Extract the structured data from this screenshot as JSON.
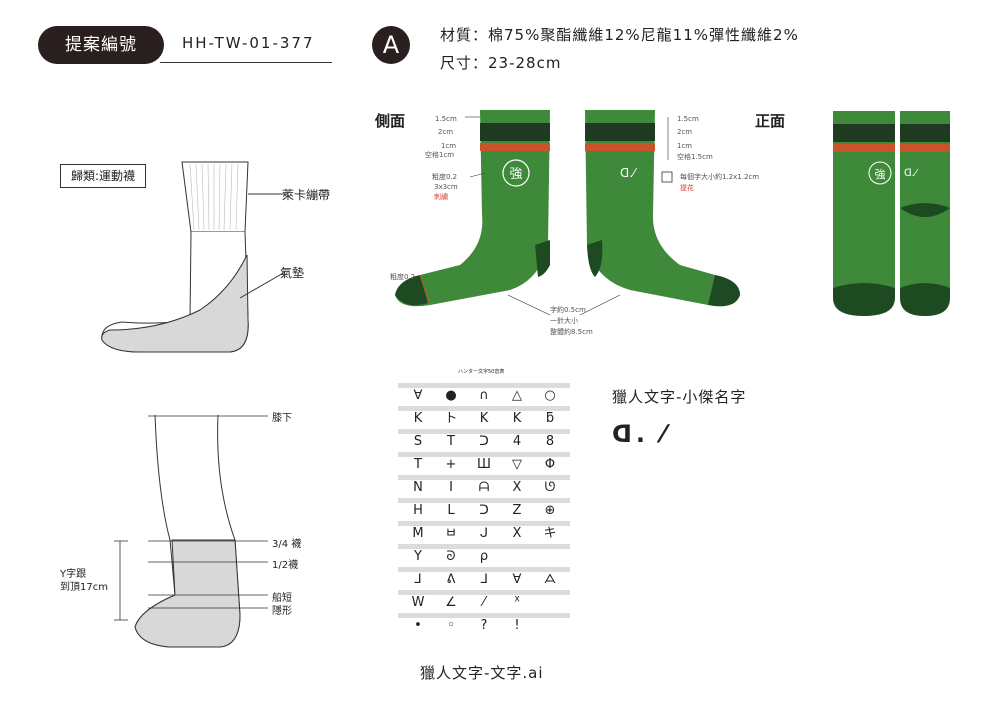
{
  "header": {
    "proposal_label": "提案編號",
    "proposal_code": "HH-TW-01-377",
    "variant_letter": "A",
    "material": "材質：棉75%聚酯纖維12%尼龍11%彈性纖維2%",
    "size": "尺寸：23-28cm"
  },
  "left_panel": {
    "category": "歸類:運動襪",
    "band_label": "萊卡繃帶",
    "cushion_label": "氣墊",
    "length_labels": {
      "knee": "膝下",
      "three_quarter": "3/4 襪",
      "half": "1/2襪",
      "boat": "船短",
      "invisible": "隱形"
    },
    "height_note_line1": "Y字跟",
    "height_note_line2": "到頂17cm"
  },
  "views": {
    "side": "側面",
    "front": "正面"
  },
  "side_notes": {
    "stripe1": "1.5cm",
    "stripe2": "2cm",
    "stripe3": "1cm",
    "gap": "空格1cm",
    "thick1": "粗度0.2",
    "emb_size": "3x3cm",
    "emb_type": "刺繡",
    "thick2": "粗度0.2",
    "text_size": "字約0.5cm",
    "text_type": "一針大小",
    "text_total": "整體約8.5cm"
  },
  "front_notes": {
    "stripe1": "1.5cm",
    "stripe2": "2cm",
    "stripe3": "1cm",
    "gap": "空格1.5cm",
    "char_size": "每個字大小約1.2x1.2cm",
    "char_type": "提花"
  },
  "emblem_char": "強",
  "name_glyphs": "ᗡ.⁄",
  "chart": {
    "title": "ハンター文字50音表",
    "footer": "獵人文字-文字.ai",
    "rows": [
      [
        "∀",
        "●",
        "∩",
        "△",
        "○"
      ],
      [
        "K",
        "ト",
        "K",
        "K",
        "ƃ"
      ],
      [
        "S",
        "T",
        "ᑐ",
        "4",
        "8"
      ],
      [
        "T",
        "+",
        "Ш",
        "▽",
        "Φ"
      ],
      [
        "N",
        "I",
        "ᗩ",
        "X",
        "ᘎ"
      ],
      [
        "H",
        "L",
        "ᑐ",
        "Z",
        "⊕"
      ],
      [
        "M",
        "ㅂ",
        "ᒍ",
        "X",
        "キ"
      ],
      [
        "Y",
        "ᘐ",
        "ρ",
        "",
        ""
      ],
      [
        "⅃",
        "ᕕ",
        "ᒧ",
        "∀",
        "ᗋ"
      ],
      [
        "W",
        "∠",
        "⁄",
        "ᕁ",
        ""
      ],
      [
        "•",
        "◦",
        "?",
        "!",
        ""
      ]
    ]
  },
  "name_section": {
    "title": "獵人文字-小傑名字",
    "glyphs": "ᗡ. ⁄"
  },
  "colors": {
    "sock_green": "#3f8a3a",
    "dark_green": "#1e4a22",
    "stripe_dark": "#1f3a20",
    "stripe_orange": "#c8552a",
    "outline": "#333333"
  }
}
